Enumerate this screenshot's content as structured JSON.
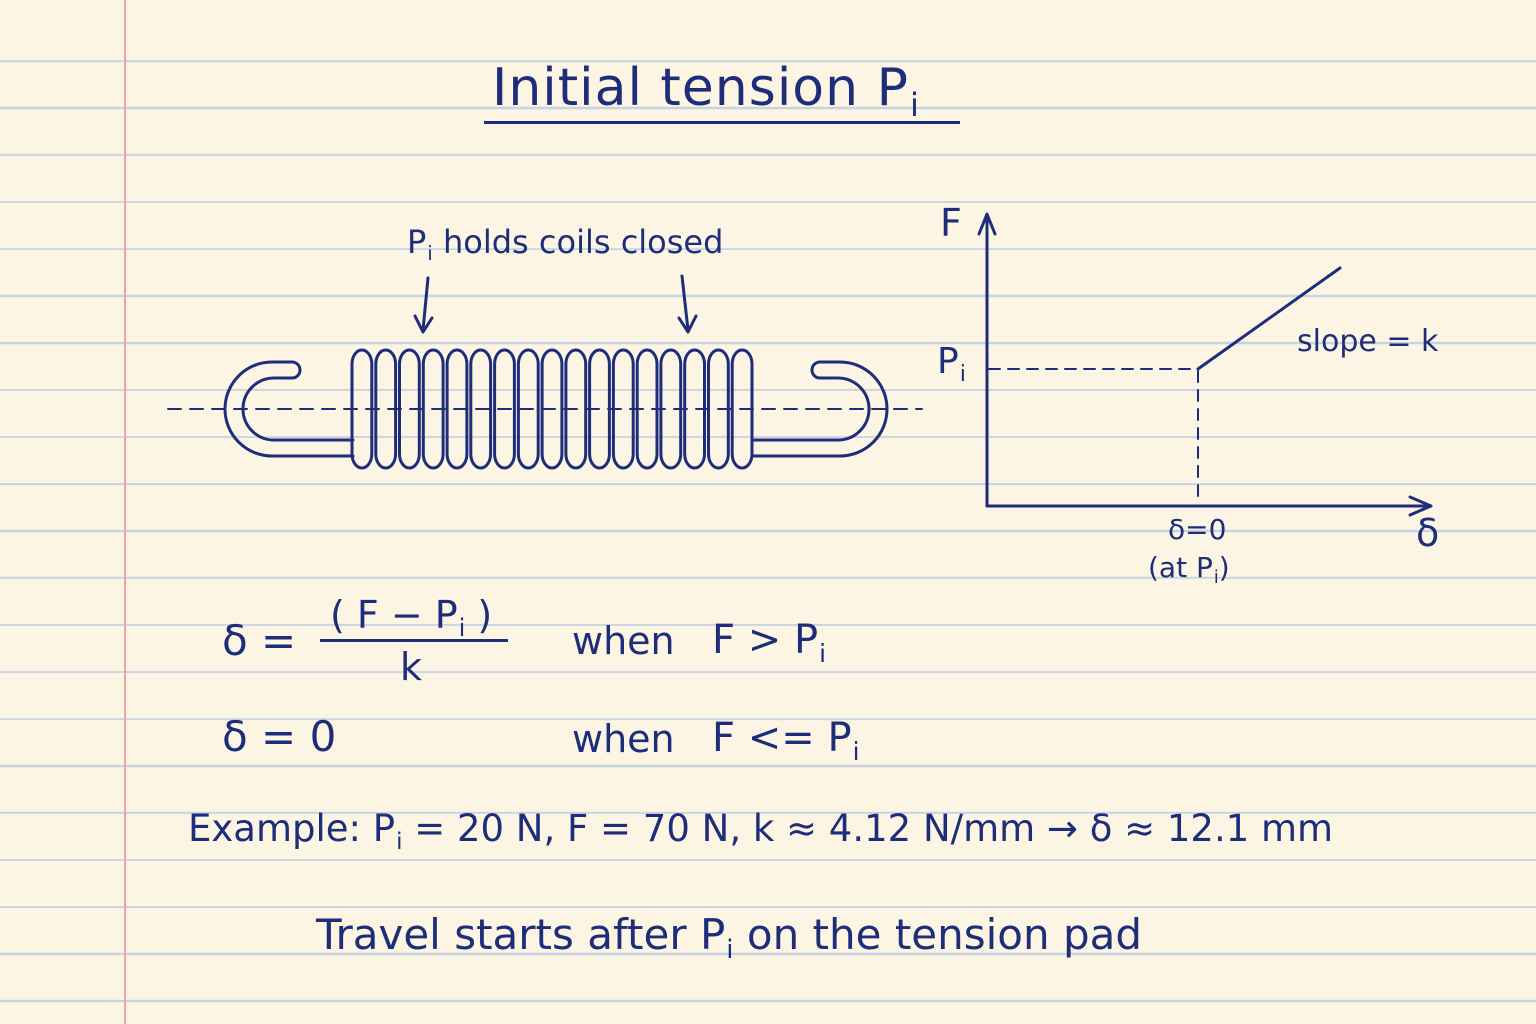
{
  "title": {
    "main": "Initial tension P",
    "sub": "i"
  },
  "spring_label": {
    "p": "P",
    "sub": "i",
    "rest": " holds coils closed"
  },
  "graph": {
    "y_axis": "F",
    "x_axis": "δ",
    "tick_p": "P",
    "tick_sub": "i",
    "slope": "slope = k",
    "x_tick_line1": "δ=0",
    "x_tick_prefix": "(at P",
    "x_tick_sub": "i",
    "x_tick_suffix": ")"
  },
  "equations": {
    "eq1_lhs": "δ =",
    "eq1_num_prefix": "( F − P",
    "eq1_num_sub": "i",
    "eq1_num_suffix": " )",
    "eq1_den": "k",
    "eq1_when": "when",
    "eq1_cond_prefix": "F  >  P",
    "eq1_cond_sub": "i",
    "eq2_lhs": "δ  =  0",
    "eq2_when": "when",
    "eq2_cond_prefix": "F  <=  P",
    "eq2_cond_sub": "i"
  },
  "example": {
    "prefix": "Example:  P",
    "sub": "i",
    "rest": " = 20 N,  F = 70 N,  k ≈ 4.12 N/mm → δ ≈ 12.1 mm"
  },
  "footer": {
    "prefix": "Travel  starts  after  P",
    "sub": "i",
    "suffix": "  on  the  tension  pad"
  },
  "colors": {
    "ink": "#1e2d7a",
    "paper": "#fcf5e4",
    "rule": "#c6d3e2",
    "margin": "#f0a3a3"
  }
}
